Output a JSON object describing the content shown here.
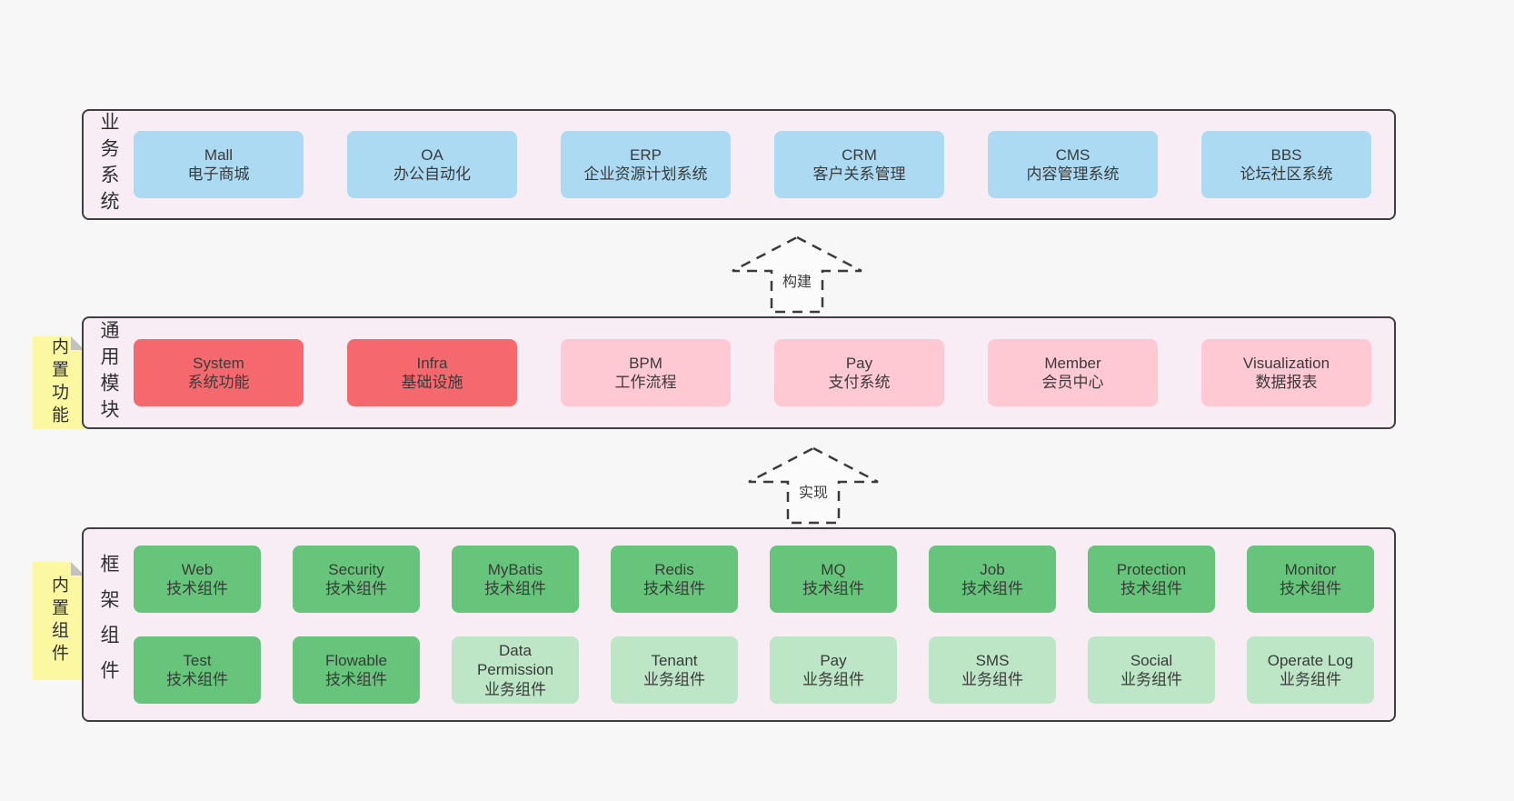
{
  "colors": {
    "page_bg": "#f7f7f7",
    "panel_bg": "#f8edf5",
    "panel_border": "#3f3f3f",
    "blue_card": "#abdaf2",
    "red_card": "#f5696e",
    "pink_card": "#ffc9d3",
    "green_dark_card": "#67c57b",
    "green_light_card": "#bde6c7",
    "sticky_yellow": "#fcf8a2",
    "sticky_fold_gray": "#c2c2c2",
    "text": "#3a3a3a"
  },
  "business": {
    "side_label": "业务系统",
    "items": [
      {
        "name": "Mall",
        "desc": "电子商城"
      },
      {
        "name": "OA",
        "desc": "办公自动化"
      },
      {
        "name": "ERP",
        "desc": "企业资源计划系统"
      },
      {
        "name": "CRM",
        "desc": "客户关系管理"
      },
      {
        "name": "CMS",
        "desc": "内容管理系统"
      },
      {
        "name": "BBS",
        "desc": "论坛社区系统"
      }
    ]
  },
  "arrow_build": {
    "label": "构建"
  },
  "arrow_impl": {
    "label": "实现"
  },
  "modules": {
    "side_label": "通用模块",
    "sticky_label": "内置功能",
    "items": [
      {
        "name": "System",
        "desc": "系统功能",
        "variant": "red"
      },
      {
        "name": "Infra",
        "desc": "基础设施",
        "variant": "red"
      },
      {
        "name": "BPM",
        "desc": "工作流程",
        "variant": "pink"
      },
      {
        "name": "Pay",
        "desc": "支付系统",
        "variant": "pink"
      },
      {
        "name": "Member",
        "desc": "会员中心",
        "variant": "pink"
      },
      {
        "name": "Visualization",
        "desc": "数据报表",
        "variant": "pink"
      }
    ]
  },
  "components": {
    "side_label": "框架组件",
    "sticky_label": "内置组件",
    "row1": [
      {
        "name": "Web",
        "desc": "技术组件",
        "variant": "green-dark"
      },
      {
        "name": "Security",
        "desc": "技术组件",
        "variant": "green-dark"
      },
      {
        "name": "MyBatis",
        "desc": "技术组件",
        "variant": "green-dark"
      },
      {
        "name": "Redis",
        "desc": "技术组件",
        "variant": "green-dark"
      },
      {
        "name": "MQ",
        "desc": "技术组件",
        "variant": "green-dark"
      },
      {
        "name": "Job",
        "desc": "技术组件",
        "variant": "green-dark"
      },
      {
        "name": "Protection",
        "desc": "技术组件",
        "variant": "green-dark"
      },
      {
        "name": "Monitor",
        "desc": "技术组件",
        "variant": "green-dark"
      }
    ],
    "row2": [
      {
        "name": "Test",
        "desc": "技术组件",
        "variant": "green-dark"
      },
      {
        "name": "Flowable",
        "desc": "技术组件",
        "variant": "green-dark"
      },
      {
        "name": "Data Permission",
        "desc": "业务组件",
        "variant": "green-light"
      },
      {
        "name": "Tenant",
        "desc": "业务组件",
        "variant": "green-light"
      },
      {
        "name": "Pay",
        "desc": "业务组件",
        "variant": "green-light"
      },
      {
        "name": "SMS",
        "desc": "业务组件",
        "variant": "green-light"
      },
      {
        "name": "Social",
        "desc": "业务组件",
        "variant": "green-light"
      },
      {
        "name": "Operate Log",
        "desc": "业务组件",
        "variant": "green-light"
      }
    ]
  }
}
